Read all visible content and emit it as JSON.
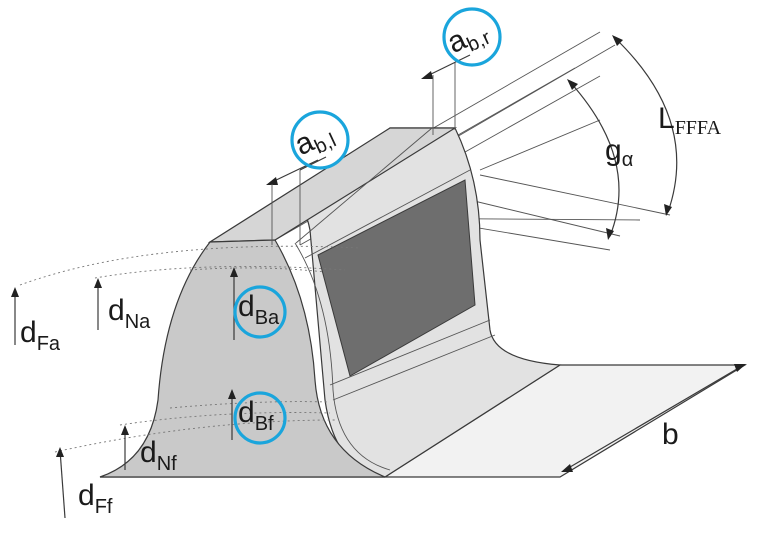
{
  "labels": {
    "d_Fa": {
      "main": "d",
      "sub": "Fa"
    },
    "d_Na": {
      "main": "d",
      "sub": "Na"
    },
    "d_Ba": {
      "main": "d",
      "sub": "Ba"
    },
    "d_Bf": {
      "main": "d",
      "sub": "Bf"
    },
    "d_Nf": {
      "main": "d",
      "sub": "Nf"
    },
    "d_Ff": {
      "main": "d",
      "sub": "Ff"
    },
    "a_bl": {
      "main": "a",
      "sub": "b,l"
    },
    "a_br": {
      "main": "a",
      "sub": "b,r"
    },
    "g_alpha": {
      "main": "g",
      "sub": "α"
    },
    "L_FFFA": {
      "main": "L",
      "sub": "FFFA"
    },
    "b": {
      "main": "b"
    }
  },
  "colors": {
    "highlight": "#1aa5dc",
    "tooth_front": "#c9c9c9",
    "tooth_flank": "#e2e2e2",
    "contact_pattern": "#6e6e6e",
    "top_land": "#d6d6d6"
  }
}
